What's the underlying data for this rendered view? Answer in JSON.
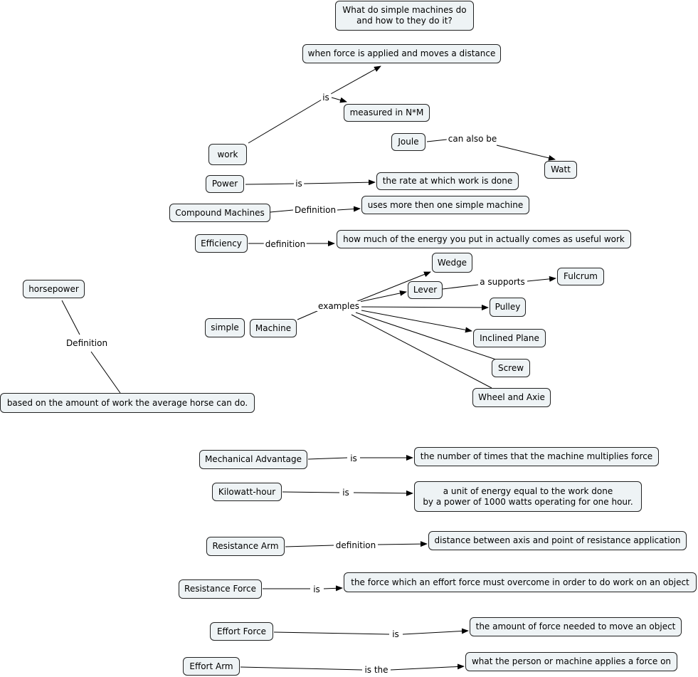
{
  "nodes": {
    "title": "What do simple machines do\nand how to they do it?",
    "force_moves": "when force is applied and moves a distance",
    "measured_nm": "measured in N*M",
    "work": "work",
    "joule": "Joule",
    "watt": "Watt",
    "power": "Power",
    "rate_work": "the rate at which work is done",
    "compound": "Compound Machines",
    "uses_more": "uses more then one simple machine",
    "efficiency": "Efficiency",
    "energy_useful": "how much of the energy you put in actually comes as useful work",
    "horsepower": "horsepower",
    "horse_def": "based on the amount of work the average horse can do.",
    "simple": "simple",
    "machine": "Machine",
    "wedge": "Wedge",
    "lever": "Lever",
    "fulcrum": "Fulcrum",
    "pulley": "Pulley",
    "inclined": "Inclined Plane",
    "screw": "Screw",
    "wheel": "Wheel and Axie",
    "mech_adv": "Mechanical Advantage",
    "mech_adv_def": "the number of times that the machine multiplies force",
    "kwh": "Kilowatt-hour",
    "kwh_def": "a unit of energy equal to the work done\nby a power of 1000 watts operating for one hour.",
    "res_arm": "Resistance Arm",
    "res_arm_def": "distance between axis and point of resistance application",
    "res_force": "Resistance Force",
    "res_force_def": "the force which an effort force must overcome in order to do work on an object",
    "effort_force": "Effort Force",
    "effort_force_def": "the amount of force needed to move an object",
    "effort_arm": "Effort Arm",
    "effort_arm_def": "what the person or machine applies a force on"
  },
  "links": {
    "work_is": "is",
    "joule_also": "can also be",
    "power_is": "is",
    "compound_def": "Definition",
    "efficiency_def": "definition",
    "horse_def": "Definition",
    "examples": "examples",
    "lever_supports": "a supports",
    "mech_is": "is",
    "kwh_is": "is",
    "res_arm_def": "definition",
    "res_force_is": "is",
    "effort_force_is": "is",
    "effort_arm_is": "is the"
  }
}
